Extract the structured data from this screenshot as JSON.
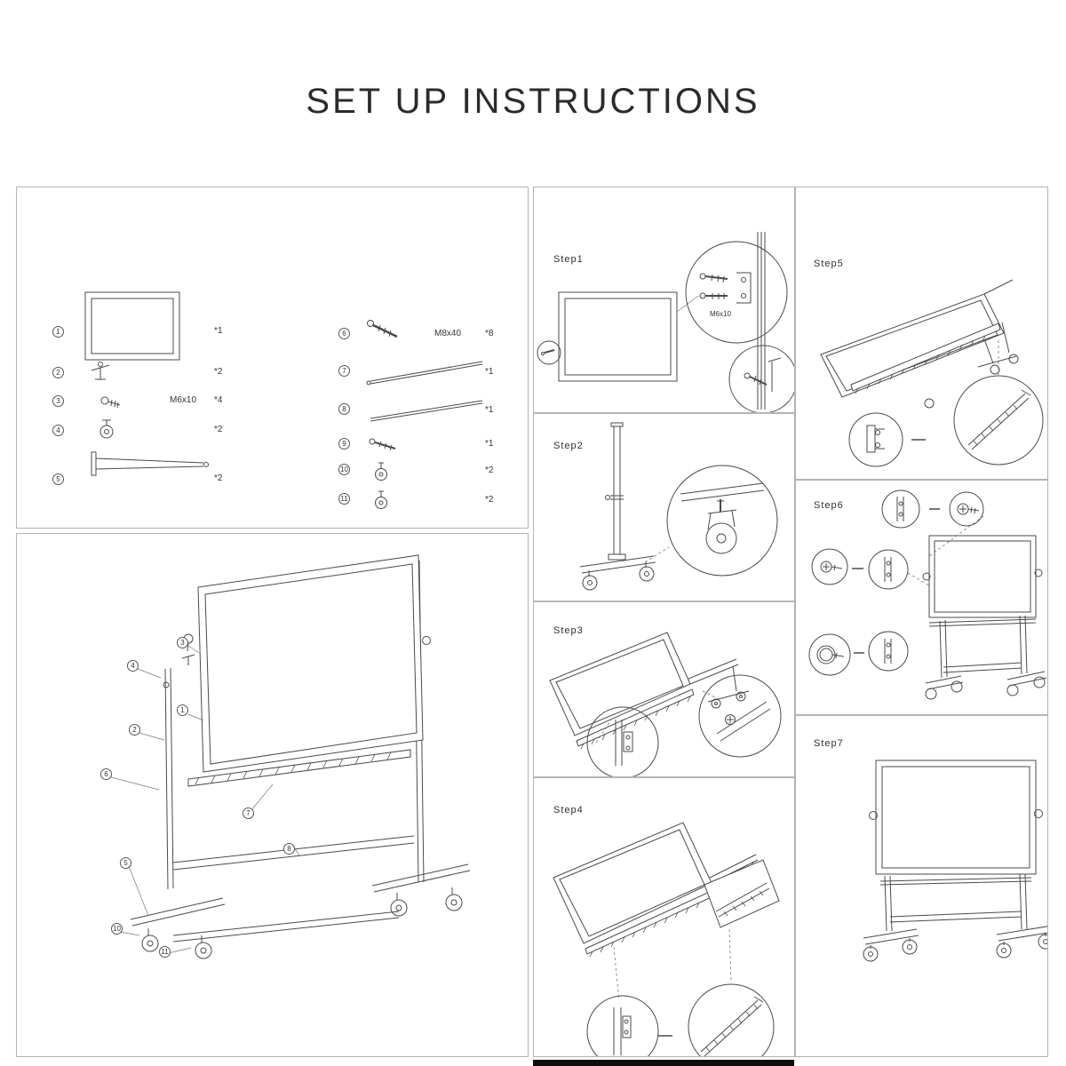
{
  "title": "SET UP INSTRUCTIONS",
  "parts_panel": {
    "left": [
      {
        "num": "1",
        "qty": "*1"
      },
      {
        "num": "2",
        "qty": "*2"
      },
      {
        "num": "3",
        "spec": "M6x10",
        "qty": "*4"
      },
      {
        "num": "4",
        "qty": "*2"
      },
      {
        "num": "5",
        "qty": "*2"
      }
    ],
    "right": [
      {
        "num": "6",
        "spec": "M8x40",
        "qty": "*8"
      },
      {
        "num": "7",
        "qty": "*1"
      },
      {
        "num": "8",
        "qty": "*1"
      },
      {
        "num": "9",
        "qty": "*1"
      },
      {
        "num": "10",
        "qty": "*2"
      },
      {
        "num": "11",
        "qty": "*2"
      }
    ]
  },
  "exploded": {
    "callouts": [
      {
        "num": "3"
      },
      {
        "num": "4"
      },
      {
        "num": "1"
      },
      {
        "num": "2"
      },
      {
        "num": "6"
      },
      {
        "num": "7"
      },
      {
        "num": "8"
      },
      {
        "num": "5"
      },
      {
        "num": "10"
      },
      {
        "num": "11"
      }
    ]
  },
  "steps": {
    "step1": {
      "label": "Step1",
      "annotation": "M6x10"
    },
    "step2": {
      "label": "Step2"
    },
    "step3": {
      "label": "Step3"
    },
    "step4": {
      "label": "Step4"
    },
    "step5": {
      "label": "Step5"
    },
    "step6": {
      "label": "Step6"
    },
    "step7": {
      "label": "Step7"
    }
  }
}
